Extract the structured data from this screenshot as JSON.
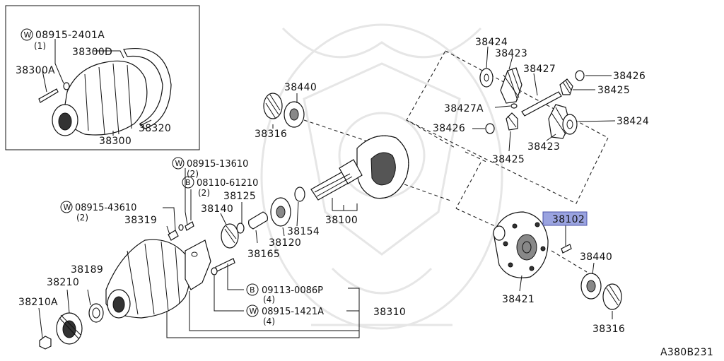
{
  "diagram_code": "A380B231",
  "highlight_color": "#9aa3e0",
  "inset": {
    "washer_code": "08915-2401A",
    "washer_letter": "W",
    "washer_qty": "(1)",
    "labels": {
      "cover": "38300D",
      "stud": "38300A",
      "case": "38300",
      "gasket": "38320"
    }
  },
  "callouts": {
    "p38424a": "38424",
    "p38423a": "38423",
    "p38427": "38427",
    "p38426a": "38426",
    "p38425a": "38425",
    "p38427A": "38427A",
    "p38426b": "38426",
    "p38424b": "38424",
    "p38423b": "38423",
    "p38425b": "38425",
    "p38440a": "38440",
    "p38316a": "38316",
    "p38100": "38100",
    "p38154": "38154",
    "p38120": "38120",
    "p38165": "38165",
    "p38125": "38125",
    "p38140": "38140",
    "p38319": "38319",
    "p38189": "38189",
    "p38210": "38210",
    "p38210A": "38210A",
    "p38310": "38310",
    "p38421": "38421",
    "p38440b": "38440",
    "p38316b": "38316",
    "p38102": "38102"
  },
  "codes": {
    "w13610": {
      "letter": "W",
      "code": "08915-13610",
      "qty": "(2)"
    },
    "b61210": {
      "letter": "B",
      "code": "08110-61210",
      "qty": "(2)"
    },
    "w43610": {
      "letter": "W",
      "code": "08915-43610",
      "qty": "(2)"
    },
    "b0086P": {
      "letter": "B",
      "code": "09113-0086P",
      "qty": "(4)"
    },
    "w1421A": {
      "letter": "W",
      "code": "08915-1421A",
      "qty": "(4)"
    }
  }
}
